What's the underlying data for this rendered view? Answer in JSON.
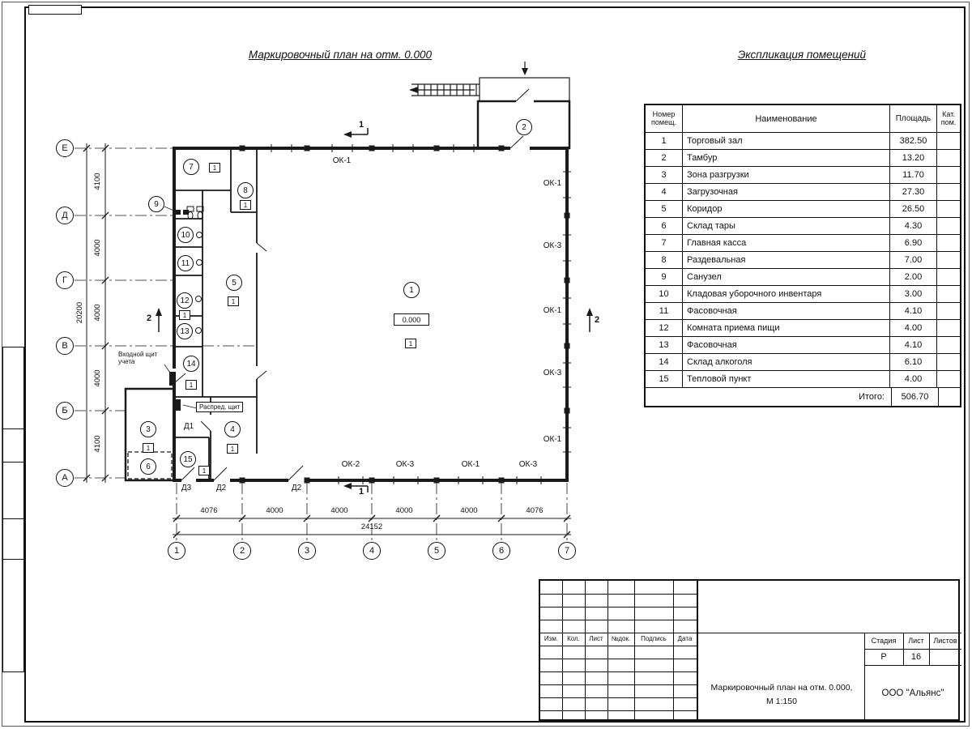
{
  "page": {
    "ink": "#1a1a1a",
    "background": "#ffffff"
  },
  "plan": {
    "title": "Маркировочный план на отм. 0.000",
    "elevation": "0.000",
    "floor_marker": "1",
    "axis_rows": [
      "Е",
      "Д",
      "Г",
      "В",
      "Б",
      "А"
    ],
    "axis_cols": [
      "1",
      "2",
      "3",
      "4",
      "5",
      "6",
      "7"
    ],
    "dims_left": [
      "4100",
      "4000",
      "4000",
      "4000",
      "4100"
    ],
    "dims_left_total": "20200",
    "dims_bottom": [
      "4076",
      "4000",
      "4000",
      "4000",
      "4000",
      "4076"
    ],
    "dims_bottom_total": "24152",
    "rooms": [
      "1",
      "2",
      "3",
      "4",
      "5",
      "6",
      "7",
      "8",
      "9",
      "10",
      "11",
      "12",
      "13",
      "14",
      "15"
    ],
    "windows": {
      "top": "ОК-1",
      "right": [
        "ОК-1",
        "ОК-3",
        "ОК-1",
        "ОК-3",
        "ОК-1"
      ],
      "bottom": [
        "ОК-2",
        "ОК-3",
        "ОК-1",
        "ОК-3"
      ]
    },
    "doors": {
      "d1": "Д1",
      "d3": "Д3",
      "d2a": "Д2",
      "d2b": "Д2"
    },
    "sections": {
      "s1": "1",
      "s2": "2"
    },
    "notes": {
      "entry_panel": "Входной щит учета",
      "dist_panel": "Распред. щит"
    }
  },
  "explication": {
    "title": "Экспликация помещений",
    "headers": {
      "num": "Номер помещ.",
      "name": "Наименование",
      "area": "Площадь",
      "cat": "Кат. пом."
    },
    "rows": [
      {
        "num": "1",
        "name": "Торговый зал",
        "area": "382.50"
      },
      {
        "num": "2",
        "name": "Тамбур",
        "area": "13.20"
      },
      {
        "num": "3",
        "name": "Зона разгрузки",
        "area": "11.70"
      },
      {
        "num": "4",
        "name": "Загрузочная",
        "area": "27.30"
      },
      {
        "num": "5",
        "name": "Коридор",
        "area": "26.50"
      },
      {
        "num": "6",
        "name": "Склад тары",
        "area": "4.30"
      },
      {
        "num": "7",
        "name": "Главная касса",
        "area": "6.90"
      },
      {
        "num": "8",
        "name": "Раздевальная",
        "area": "7.00"
      },
      {
        "num": "9",
        "name": "Санузел",
        "area": "2.00"
      },
      {
        "num": "10",
        "name": "Кладовая уборочного инвентаря",
        "area": "3.00"
      },
      {
        "num": "11",
        "name": "Фасовочная",
        "area": "4.10"
      },
      {
        "num": "12",
        "name": "Комната приема пищи",
        "area": "4.00"
      },
      {
        "num": "13",
        "name": "Фасовочная",
        "area": "4.10"
      },
      {
        "num": "14",
        "name": "Склад алкоголя",
        "area": "6.10"
      },
      {
        "num": "15",
        "name": "Тепловой пункт",
        "area": "4.00"
      }
    ],
    "total_label": "Итого:",
    "total_area": "506.70"
  },
  "title_block": {
    "columns": [
      "Изм.",
      "Кол.",
      "Лист",
      "№док.",
      "Подпись",
      "Дата"
    ],
    "doc_title_line1": "Маркировочный план на отм. 0.000,",
    "doc_title_line2": "М 1:150",
    "stage_label": "Стадия",
    "sheet_label": "Лист",
    "sheets_label": "Листов",
    "stage_value": "Р",
    "sheet_value": "16",
    "sheets_value": "",
    "company": "ООО \"Альянс\""
  }
}
